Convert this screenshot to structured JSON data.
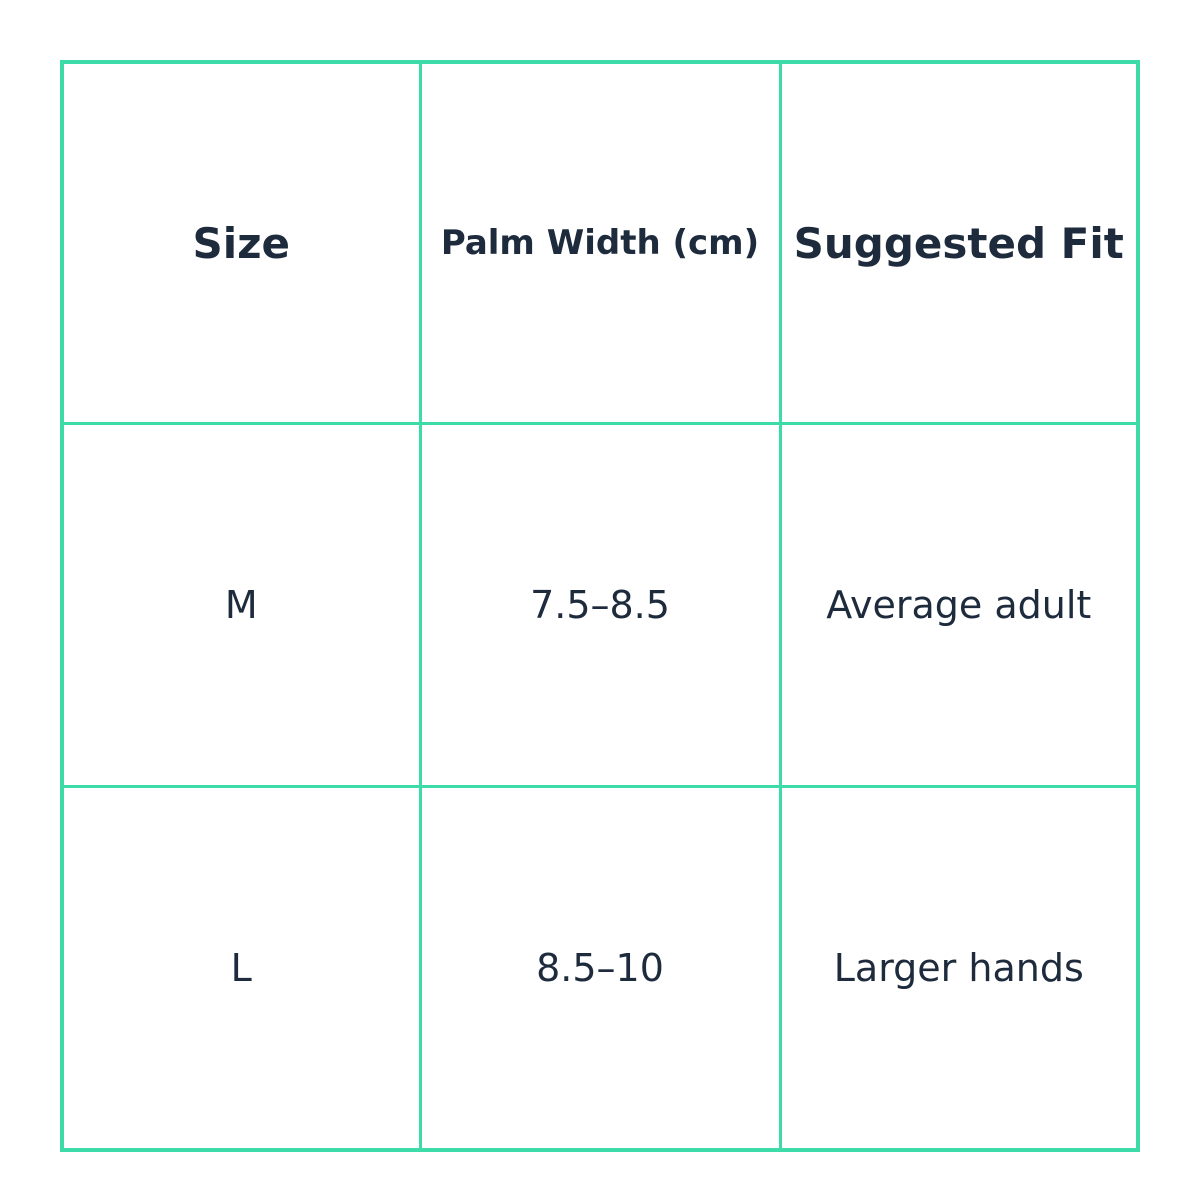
{
  "table": {
    "headers": [
      "Size",
      "Palm Width (cm)",
      "Suggested Fit"
    ],
    "rows": [
      [
        "M",
        "7.5–8.5",
        "Average adult"
      ],
      [
        "L",
        "8.5–10",
        "Larger hands"
      ]
    ]
  },
  "colors": {
    "border": "#3ddba8",
    "text": "#1d2b3d",
    "background": "#ffffff"
  }
}
